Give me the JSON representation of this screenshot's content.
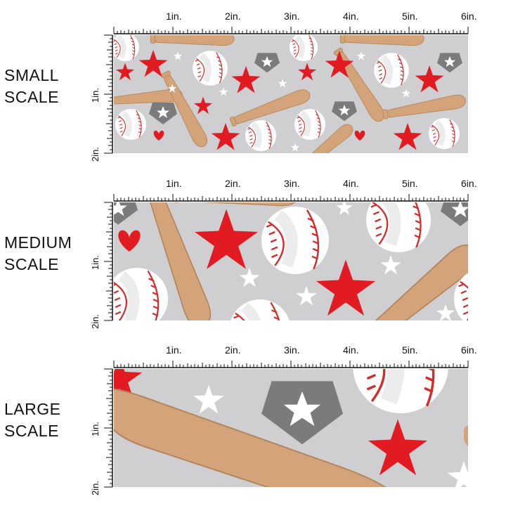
{
  "colors": {
    "fabric": "#cfcfd1",
    "bat": "#d3a479",
    "bat_edge": "#b4855c",
    "star_red": "#e21b23",
    "base_gray": "#7b7b7d",
    "ball": "#ffffff",
    "stitch": "#d42a2a"
  },
  "ruler": {
    "top_labels": [
      "1in.",
      "2in.",
      "3in.",
      "4in.",
      "5in.",
      "6in."
    ],
    "side_labels": [
      "1in.",
      "2in."
    ]
  },
  "panels": [
    {
      "id": "small",
      "label_line1": "SMALL",
      "label_line2": "SCALE"
    },
    {
      "id": "medium",
      "label_line1": "MEDIUM",
      "label_line2": "SCALE"
    },
    {
      "id": "large",
      "label_line1": "LARGE",
      "label_line2": "SCALE"
    }
  ],
  "pattern_icons": [
    "baseball-icon",
    "baseball-bat-icon",
    "red-star-icon",
    "white-star-icon",
    "home-plate-icon",
    "heart-icon"
  ]
}
